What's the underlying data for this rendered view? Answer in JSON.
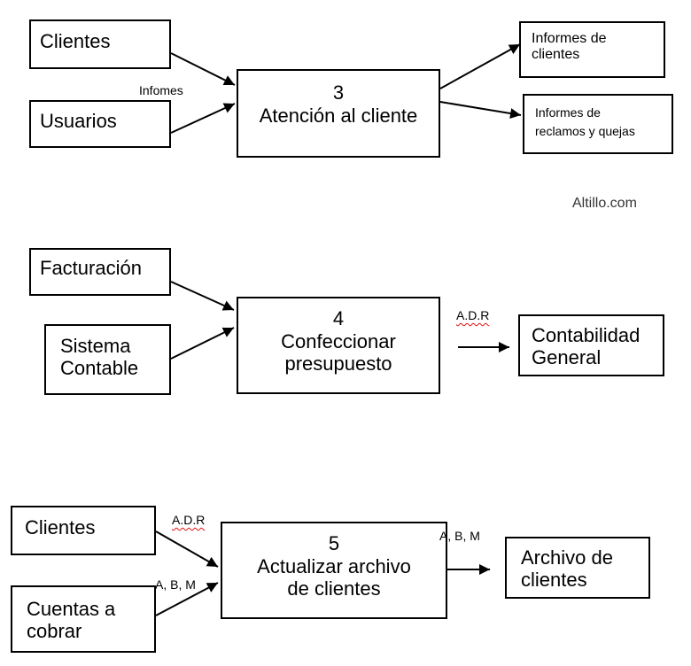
{
  "watermark": "Altillo.com",
  "section3": {
    "sources": [
      "Clientes",
      "Usuarios"
    ],
    "input_label": "Infomes",
    "process_number": "3",
    "process_name": "Atención al cliente",
    "outputs": [
      "Informes de\nclientes",
      "Informes de\nreclamos y quejas"
    ]
  },
  "section4": {
    "sources": [
      "Facturación",
      "Sistema\nContable"
    ],
    "process_number": "4",
    "process_name": "Confeccionar\npresupuesto",
    "flow_label": "A.D.R",
    "output": "Contabilidad\nGeneral"
  },
  "section5": {
    "sources": [
      "Clientes",
      "Cuentas a\ncobrar"
    ],
    "input_labels": [
      "A.D.R",
      "A, B, M"
    ],
    "process_number": "5",
    "process_name": "Actualizar archivo\nde clientes",
    "flow_label": "A, B, M",
    "output": "Archivo de\nclientes"
  }
}
